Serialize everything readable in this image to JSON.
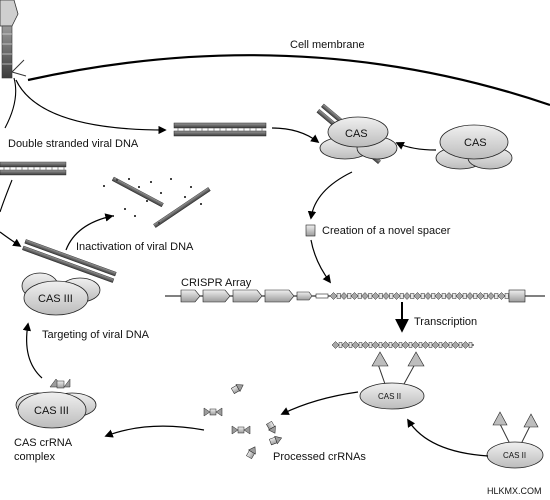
{
  "labels": {
    "cell_membrane": "Cell membrane",
    "double_stranded_viral_dna": "Double stranded viral DNA",
    "creation_of_spacer": "Creation of a novel spacer",
    "crispr_array": "CRISPR Array",
    "transcription": "Transcription",
    "processed_crrnas": "Processed crRNAs",
    "cas_crrna_complex_line1": "CAS crRNA",
    "cas_crrna_complex_line2": "complex",
    "targeting_of_viral_dna": "Targeting of viral DNA",
    "inactivation_of_viral_dna": "Inactivation of viral DNA",
    "watermark": "HLKMX.COM"
  },
  "proteins": {
    "cas_top": "CAS",
    "cas_right": "CAS",
    "cas_iii_left": "CAS III",
    "cas_iii_bottom": "CAS III",
    "cas_ii_middle": "CAS II",
    "cas_ii_right": "CAS II"
  },
  "colors": {
    "stroke": "#222222",
    "protein_light": "#e4e4e4",
    "protein_mid": "#c8c8c8",
    "dna_dark": "#555555",
    "dna_light": "#bdbdbd"
  }
}
